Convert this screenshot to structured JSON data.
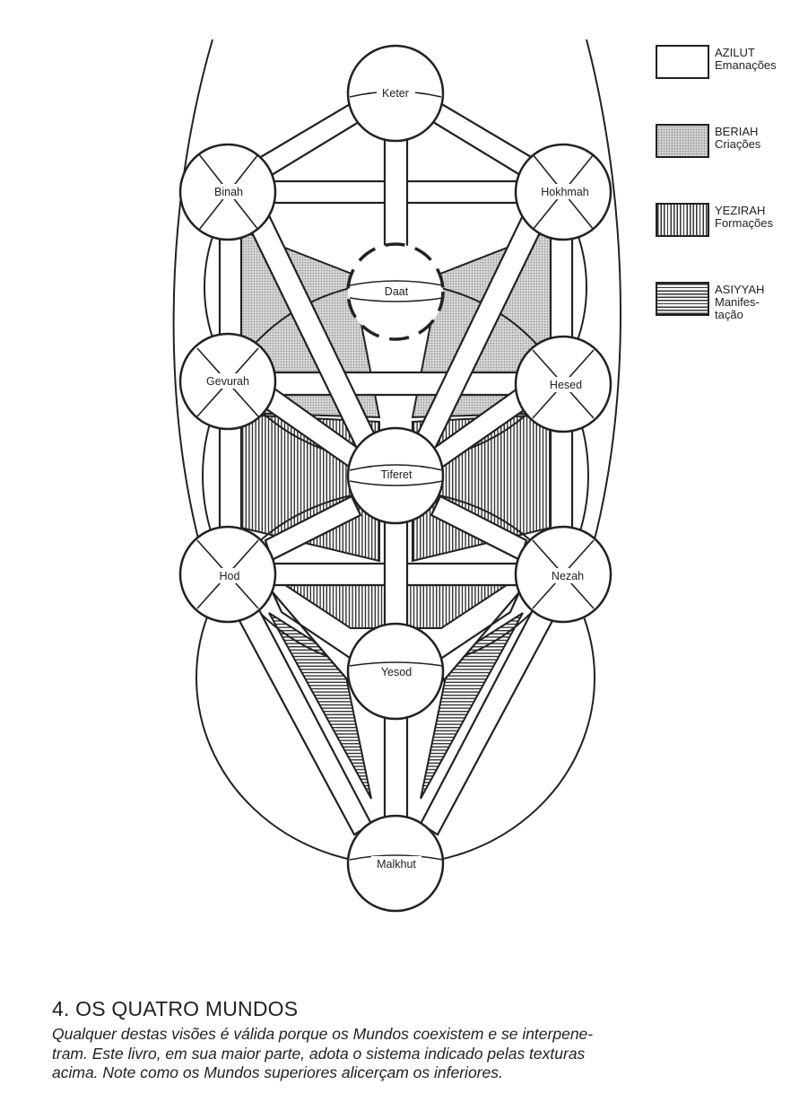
{
  "sefirot": [
    {
      "id": "keter",
      "label": "Keter"
    },
    {
      "id": "hokhmah",
      "label": "Hokhmah"
    },
    {
      "id": "binah",
      "label": "Binah"
    },
    {
      "id": "daat",
      "label": "Daat"
    },
    {
      "id": "hesed",
      "label": "Hesed"
    },
    {
      "id": "gevurah",
      "label": "Gevurah"
    },
    {
      "id": "tiferet",
      "label": "Tiferet"
    },
    {
      "id": "nezah",
      "label": "Nezah"
    },
    {
      "id": "hod",
      "label": "Hod"
    },
    {
      "id": "yesod",
      "label": "Yesod"
    },
    {
      "id": "malkhut",
      "label": "Malkhut"
    }
  ],
  "legend": [
    {
      "id": "azilut",
      "title": "AZILUT",
      "lines": [
        "Emanações"
      ]
    },
    {
      "id": "beriah",
      "title": "BERIAH",
      "lines": [
        "Criações"
      ]
    },
    {
      "id": "yezirah",
      "title": "YEZIRAH",
      "lines": [
        "Formações"
      ]
    },
    {
      "id": "asiyyah",
      "title": "ASIYYAH",
      "lines": [
        "Manifes-",
        "tação"
      ]
    }
  ],
  "caption": {
    "title": "4. OS QUATRO MUNDOS",
    "lines": [
      "Qualquer destas visões é válida porque os Mundos coexistem e se interpene-",
      "tram. Este livro, em sua maior parte, adota o sistema indicado pelas texturas",
      "acima. Note como os Mundos superiores alicerçam os inferiores."
    ]
  },
  "colors": {
    "ink": "#222222",
    "paper": "#ffffff",
    "beriah_fill": "#d8d8d8"
  }
}
